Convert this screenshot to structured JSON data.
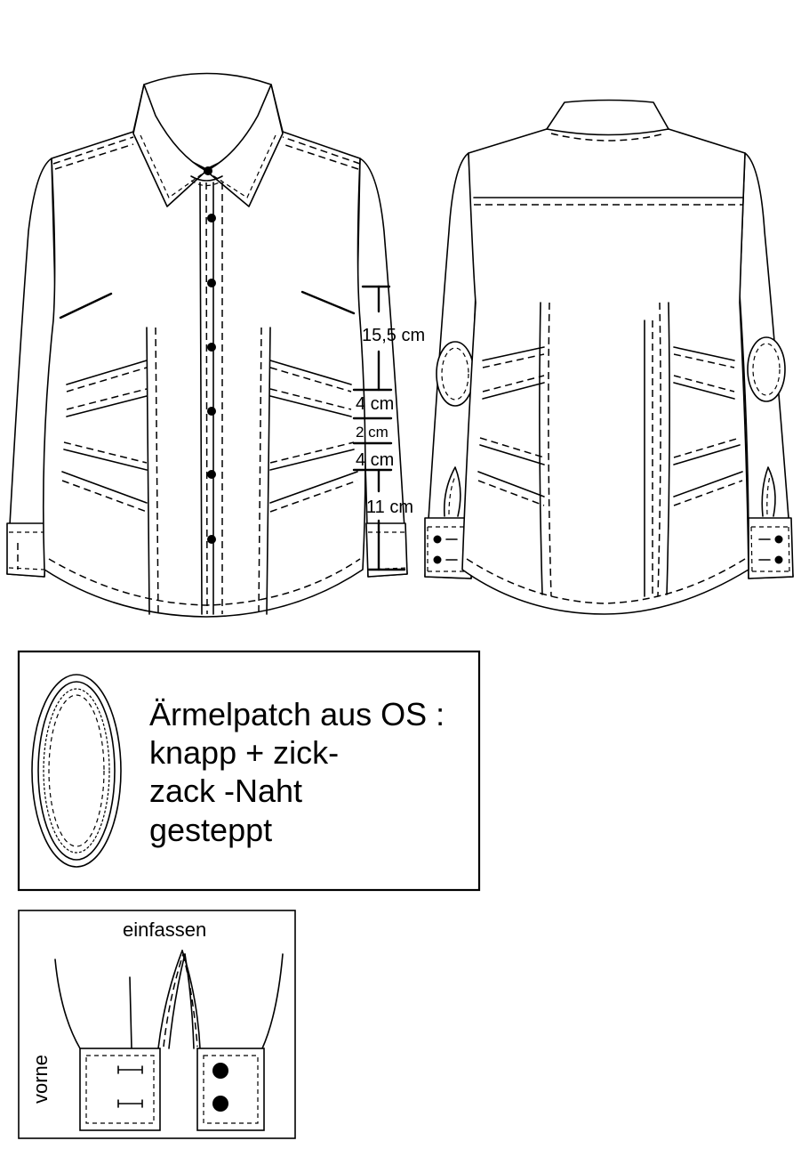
{
  "measurements": {
    "m1": "15,5 cm",
    "m2": "4 cm",
    "m3": "2 cm",
    "m4": "4 cm",
    "m5": "11 cm"
  },
  "patch_note": {
    "line1": "Ärmelpatch aus OS :",
    "line2": "knapp + zick-",
    "line3": "zack -Naht",
    "line4": "gesteppt"
  },
  "cuff_detail": {
    "top_label": "einfassen",
    "side_label": "vorne"
  }
}
